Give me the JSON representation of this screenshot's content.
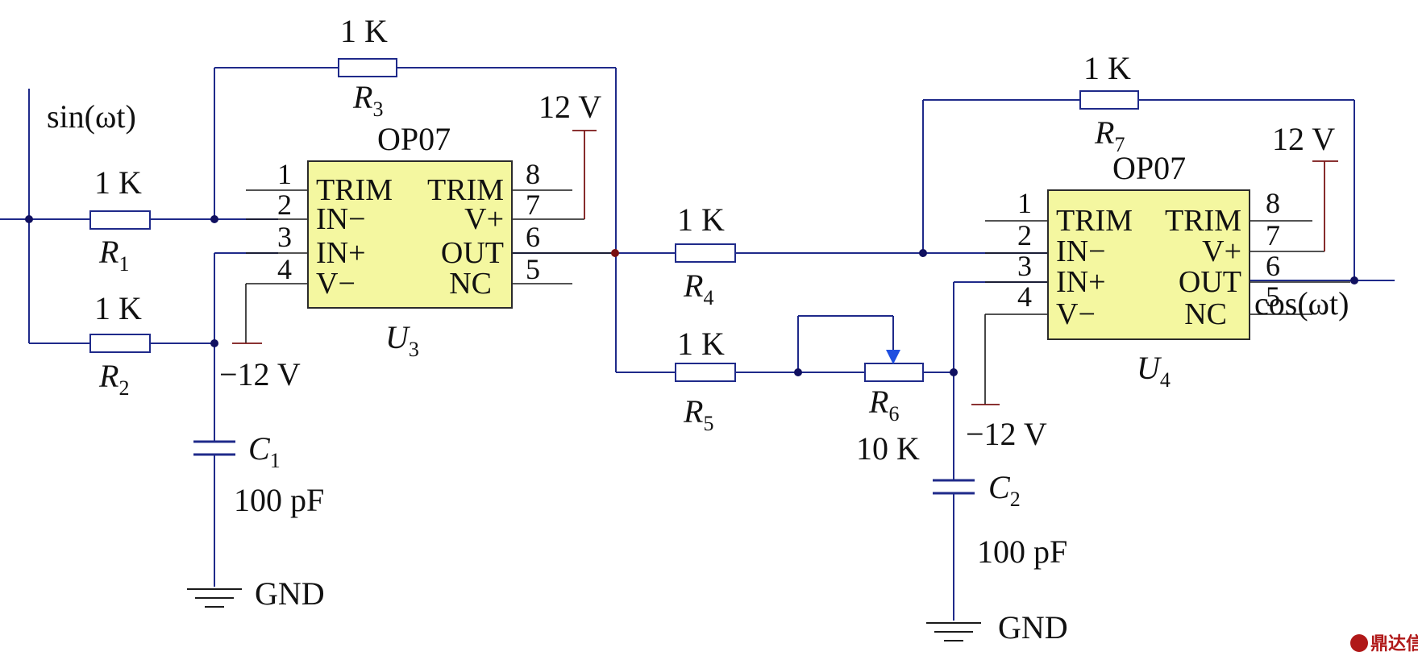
{
  "input_label": "sin(ωt)",
  "output_label": "cos(ωt)",
  "supply_positive": "12 V",
  "supply_negative": "−12 V",
  "ground": "GND",
  "chips": [
    {
      "id": "U",
      "sub": "3",
      "part": "OP07",
      "left_pins": [
        {
          "num": "1",
          "name": "TRIM"
        },
        {
          "num": "2",
          "name": "IN−"
        },
        {
          "num": "3",
          "name": "IN+"
        },
        {
          "num": "4",
          "name": "V−"
        }
      ],
      "right_pins": [
        {
          "num": "8",
          "name": "TRIM"
        },
        {
          "num": "7",
          "name": "V+"
        },
        {
          "num": "6",
          "name": "OUT"
        },
        {
          "num": "5",
          "name": "NC"
        }
      ]
    },
    {
      "id": "U",
      "sub": "4",
      "part": "OP07",
      "left_pins": [
        {
          "num": "1",
          "name": "TRIM"
        },
        {
          "num": "2",
          "name": "IN−"
        },
        {
          "num": "3",
          "name": "IN+"
        },
        {
          "num": "4",
          "name": "V−"
        }
      ],
      "right_pins": [
        {
          "num": "8",
          "name": "TRIM"
        },
        {
          "num": "7",
          "name": "V+"
        },
        {
          "num": "6",
          "name": "OUT"
        },
        {
          "num": "5",
          "name": "NC"
        }
      ]
    }
  ],
  "resistors": [
    {
      "id": "R",
      "sub": "1",
      "value": "1 K"
    },
    {
      "id": "R",
      "sub": "2",
      "value": "1 K"
    },
    {
      "id": "R",
      "sub": "3",
      "value": "1 K"
    },
    {
      "id": "R",
      "sub": "4",
      "value": "1 K"
    },
    {
      "id": "R",
      "sub": "5",
      "value": "1 K"
    },
    {
      "id": "R",
      "sub": "6",
      "value": "10 K"
    },
    {
      "id": "R",
      "sub": "7",
      "value": "1 K"
    }
  ],
  "capacitors": [
    {
      "id": "C",
      "sub": "1",
      "value": "100 pF"
    },
    {
      "id": "C",
      "sub": "2",
      "value": "100 pF"
    }
  ],
  "watermark": "鼎达信"
}
